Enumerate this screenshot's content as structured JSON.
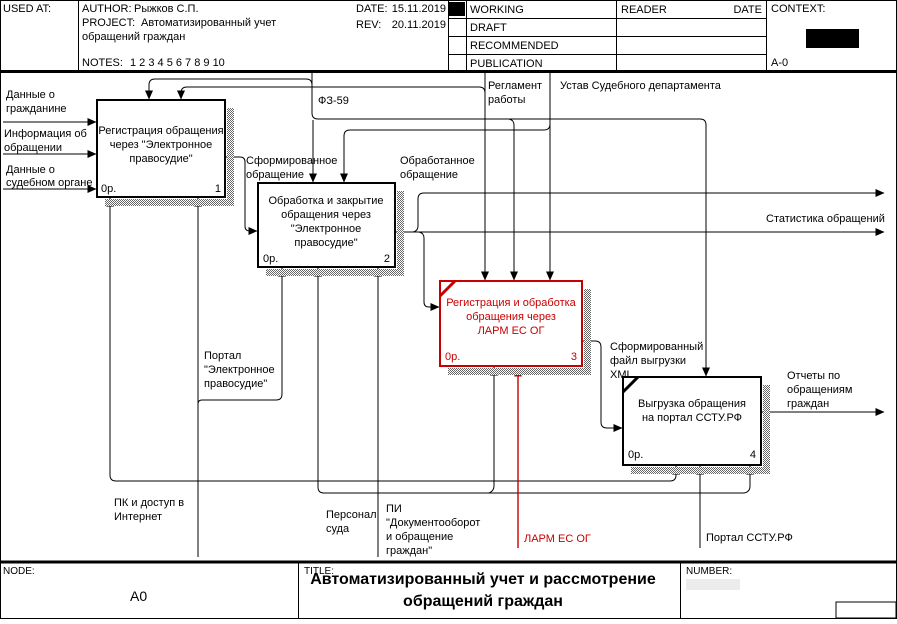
{
  "header": {
    "used_at_label": "USED AT:",
    "author_label": "AUTHOR:",
    "author_value": "Рыжков С.П.",
    "project_label": "PROJECT:",
    "project_value_line1": "Автоматизированный учет",
    "project_value_line2": "обращений граждан",
    "notes_label": "NOTES:",
    "notes_values": "1  2  3  4  5  6  7  8  9  10",
    "date_label": "DATE:",
    "date_value": "15.11.2019",
    "rev_label": "REV:",
    "rev_value": "20.11.2019",
    "status_rows": [
      "WORKING",
      "DRAFT",
      "RECOMMENDED",
      "PUBLICATION"
    ],
    "reader_label": "READER",
    "reader_date_label": "DATE",
    "context_label": "CONTEXT:",
    "context_ref": "A-0"
  },
  "boxes": [
    {
      "lines": [
        "Регистрация обращения",
        "через \"Электронное",
        "правосудие\""
      ],
      "cost": "0р.",
      "number": "1"
    },
    {
      "lines": [
        "Обработка и закрытие",
        "обращения через",
        "\"Электронное",
        "правосудие\""
      ],
      "cost": "0р.",
      "number": "2"
    },
    {
      "lines": [
        "Регистрация и обработка",
        "обращения через",
        "ЛАРМ ЕС ОГ"
      ],
      "cost": "0р.",
      "number": "3"
    },
    {
      "lines": [
        "Выгрузка обращения",
        "на портал ССТУ.РФ"
      ],
      "cost": "0р.",
      "number": "4"
    }
  ],
  "arrow_labels": {
    "citizen": [
      "Данные о",
      "гражданине"
    ],
    "appeal_info": [
      "Информация об",
      "обращении"
    ],
    "court_body": [
      "Данные о",
      "судебном органе"
    ],
    "fz59": [
      "ФЗ-59"
    ],
    "reglament": [
      "Регламент",
      "работы"
    ],
    "ustav": [
      "Устав Судебного департамента"
    ],
    "formed": [
      "Сформированное",
      "обращение"
    ],
    "processed": [
      "Обработанное",
      "обращение"
    ],
    "stats": [
      "Статистика обращений"
    ],
    "xml": [
      "Сформированный",
      "файл выгрузки",
      "XML"
    ],
    "reports": [
      "Отчеты по",
      "обращениям",
      "граждан"
    ],
    "portal_ep": [
      "Портал",
      "\"Электронное",
      "правосудие\""
    ],
    "pc": [
      "ПК и доступ в",
      "Интернет"
    ],
    "personnel": [
      "Персонал",
      "суда"
    ],
    "pi": [
      "ПИ",
      "\"Документооборот",
      "и обращение",
      "граждан\""
    ],
    "larm": [
      "ЛАРМ ЕС ОГ"
    ],
    "portal_sstu": [
      "Портал ССТУ.РФ"
    ]
  },
  "footer": {
    "node_label": "NODE:",
    "node_value": "A0",
    "title_label": "TITLE:",
    "title_line1": "Автоматизированный учет и рассмотрение",
    "title_line2": "обращений граждан",
    "number_label": "NUMBER:"
  },
  "colors": {
    "highlight_red": "#c80000",
    "line_black": "#000000"
  }
}
